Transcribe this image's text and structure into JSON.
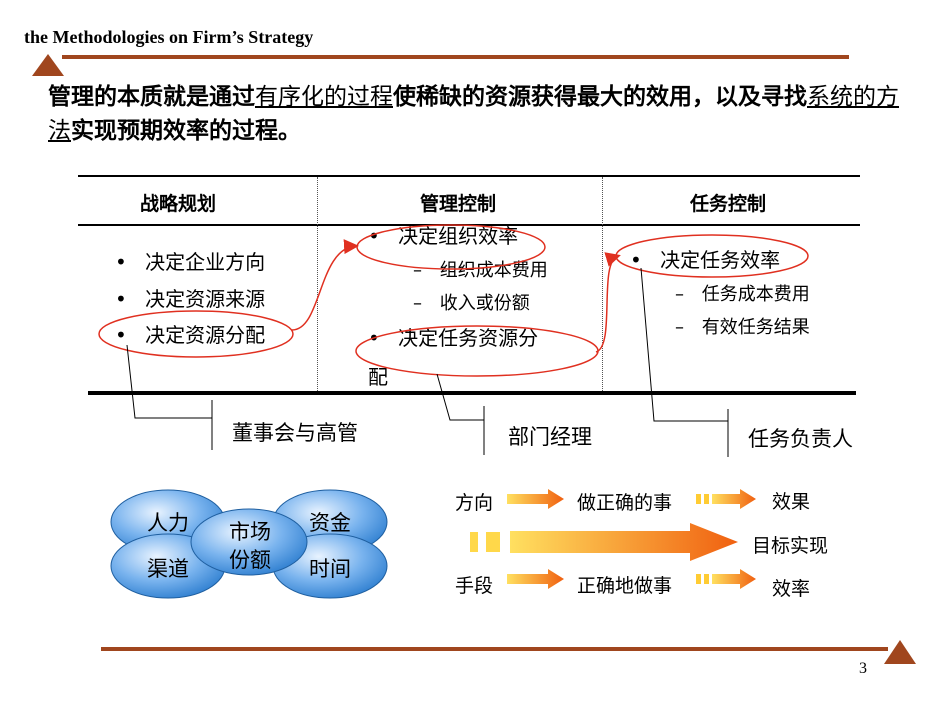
{
  "header": {
    "title": "the Methodologies on Firm’s Strategy"
  },
  "intro": {
    "part1": "管理的本质就是通过",
    "link1": "有序化的过程",
    "part2": "使稀缺的资源获得最大的效用，以及寻找",
    "link2": "系统的方法",
    "part3": "实现预期效率的过程。"
  },
  "table": {
    "columns": [
      {
        "heading": "战略规划"
      },
      {
        "heading": "管理控制"
      },
      {
        "heading": "任务控制"
      }
    ],
    "col1_items": [
      "决定企业方向",
      "决定资源来源",
      "决定资源分配"
    ],
    "col2": {
      "item1": "决定组织效率",
      "subs": [
        "组织成本费用",
        "收入或份额"
      ],
      "item2_line1": "决定任务资源分",
      "item2_line2": "配"
    },
    "col3": {
      "item1": "决定任务效率",
      "subs": [
        "任务成本费用",
        "有效任务结果"
      ]
    },
    "bullet": "•",
    "dash": "–"
  },
  "roles": [
    "董事会与高管",
    "部门经理",
    "任务负责人"
  ],
  "resources": {
    "outer": [
      "人力",
      "资金",
      "渠道",
      "时间"
    ],
    "center_line1": "市场",
    "center_line2": "份额"
  },
  "flow": {
    "row1": [
      "方向",
      "做正确的事",
      "效果"
    ],
    "row2": [
      "手段",
      "正确地做事",
      "效率"
    ],
    "goal": "目标实现"
  },
  "page_number": "3",
  "colors": {
    "rule": "#a0461e",
    "ellipse": "#e03020",
    "arrow": "#f08020",
    "blob": "#2f7fd0"
  }
}
